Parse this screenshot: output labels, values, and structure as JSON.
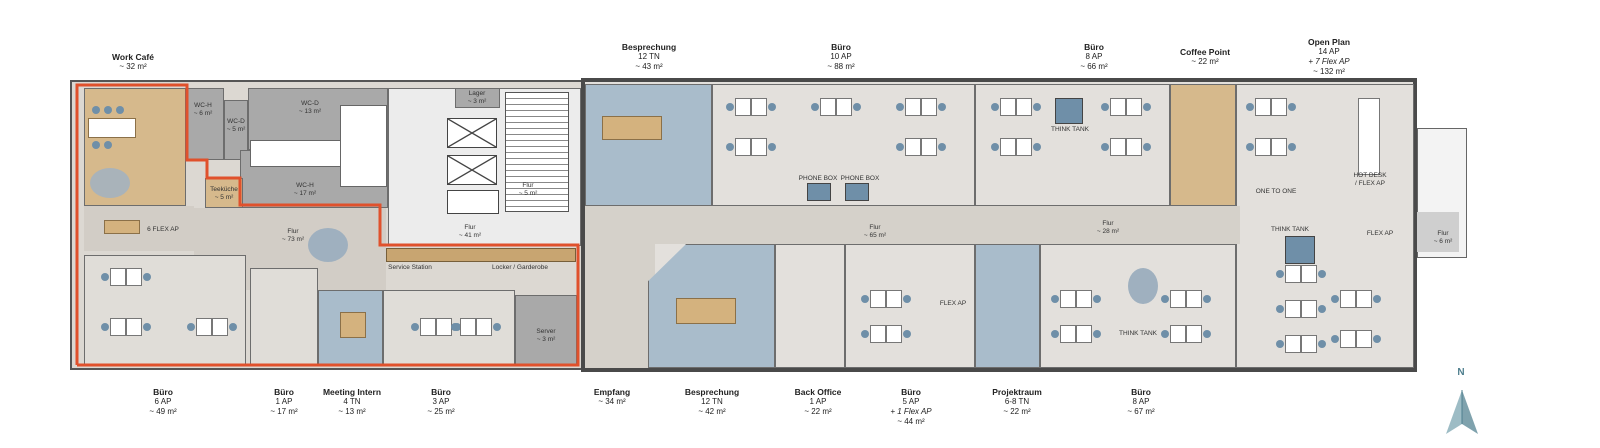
{
  "colors": {
    "outline_red": "#e0512c",
    "meeting_blue": "#a9bccb",
    "cafe_tan": "#d6b98c",
    "floor": "#e3e0dc",
    "corridor": "#d5d1ca",
    "wc_grey": "#a9a9a9",
    "north": "#7fa2ad"
  },
  "top_labels": [
    {
      "name": "Work Café",
      "l1": "~ 32 m²"
    },
    {
      "name": "Besprechung",
      "l1": "12 TN",
      "l2": "~ 43 m²"
    },
    {
      "name": "Büro",
      "l1": "10 AP",
      "l2": "~ 88 m²"
    },
    {
      "name": "Büro",
      "l1": "8 AP",
      "l2": "~ 66 m²"
    },
    {
      "name": "Coffee Point",
      "l1": "~ 22 m²"
    },
    {
      "name": "Open Plan",
      "l1": "14 AP",
      "l2": "+ 7 Flex AP",
      "l3": "~ 132 m²"
    }
  ],
  "bottom_labels": [
    {
      "name": "Büro",
      "l1": "6 AP",
      "l2": "~ 49 m²"
    },
    {
      "name": "Büro",
      "l1": "1 AP",
      "l2": "~ 17 m²"
    },
    {
      "name": "Meeting Intern",
      "l1": "4 TN",
      "l2": "~ 13 m²"
    },
    {
      "name": "Büro",
      "l1": "3 AP",
      "l2": "~ 25 m²"
    },
    {
      "name": "Empfang",
      "l1": "~ 34 m²"
    },
    {
      "name": "Besprechung",
      "l1": "12 TN",
      "l2": "~ 42 m²"
    },
    {
      "name": "Back Office",
      "l1": "1 AP",
      "l2": "~ 22 m²"
    },
    {
      "name": "Büro",
      "l1": "5 AP",
      "l2": "+ 1 Flex AP",
      "l3": "~ 44 m²"
    },
    {
      "name": "Projektraum",
      "l1": "6-8 TN",
      "l2": "~ 22 m²"
    },
    {
      "name": "Büro",
      "l1": "8 AP",
      "l2": "~ 67 m²"
    }
  ],
  "inner_labels": {
    "wc_h_small": [
      "WC-H",
      "~ 6 m²"
    ],
    "wc_d_small": [
      "WC-D",
      "~ 5 m²"
    ],
    "wc_d": [
      "WC-D",
      "~ 13 m²"
    ],
    "wc_h": [
      "WC-H",
      "~ 17 m²"
    ],
    "teekueche": [
      "Teeküche",
      "~ 5 m²"
    ],
    "lager": [
      "Lager",
      "~ 3 m²"
    ],
    "flur_stair": [
      "Flur",
      "~ 5 m²"
    ],
    "flur_41": [
      "Flur",
      "~ 41 m²"
    ],
    "flur_73": [
      "Flur",
      "~ 73 m²"
    ],
    "flur_65": [
      "Flur",
      "~ 65 m²"
    ],
    "flur_28": [
      "Flur",
      "~ 28 m²"
    ],
    "flur_6": [
      "Flur",
      "~ 6 m²"
    ],
    "server": [
      "Server",
      "~ 3 m²"
    ],
    "flex6": "6 FLEX AP",
    "service": "Service Station",
    "garderobe": "Locker / Garderobe",
    "phone1": "PHONE BOX",
    "phone2": "PHONE BOX",
    "think1": "THINK TANK",
    "think2": "THINK TANK",
    "think3": "THINK TANK",
    "one": "ONE TO ONE",
    "hotdesk": [
      "HOT DESK",
      "/ FLEX AP"
    ],
    "flexap1": "FLEX AP",
    "flexap2": "FLEX AP"
  },
  "north": "N"
}
